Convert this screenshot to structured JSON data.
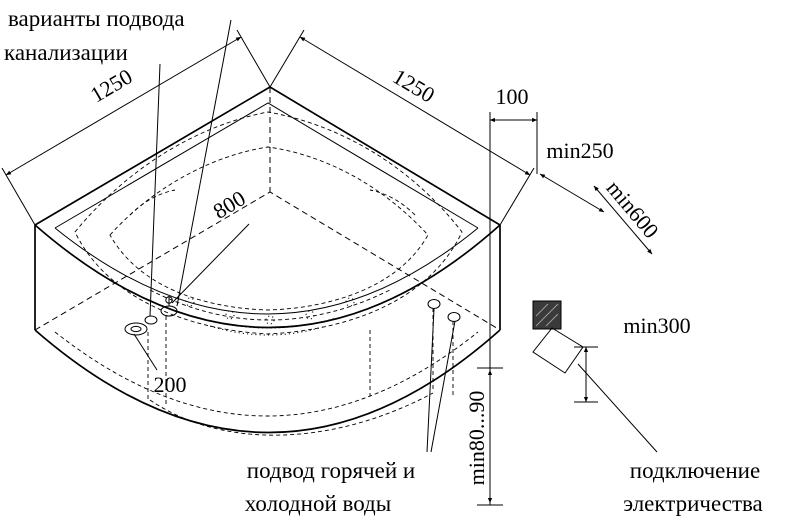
{
  "diagram": {
    "type": "technical-installation-drawing",
    "subject": "corner bathtub plumbing and electrical connection scheme",
    "colors": {
      "line": "#000000",
      "background": "#ffffff",
      "outlet_fill": "#3a3a3a"
    },
    "annotations": {
      "sewer_title_line1": "варианты подвода",
      "sewer_title_line2": "канализации",
      "water_line1": "подвод горячей и",
      "water_line2": "холодной воды",
      "power_line1": "подключение",
      "power_line2": "электричества"
    },
    "dimensions": {
      "width_left": "1250",
      "width_right": "1250",
      "offset_100": "100",
      "min250": "min250",
      "min600": "min600",
      "depth_800": "800",
      "drain_200": "200",
      "min300": "min300",
      "min80_90": "min80...90"
    }
  }
}
